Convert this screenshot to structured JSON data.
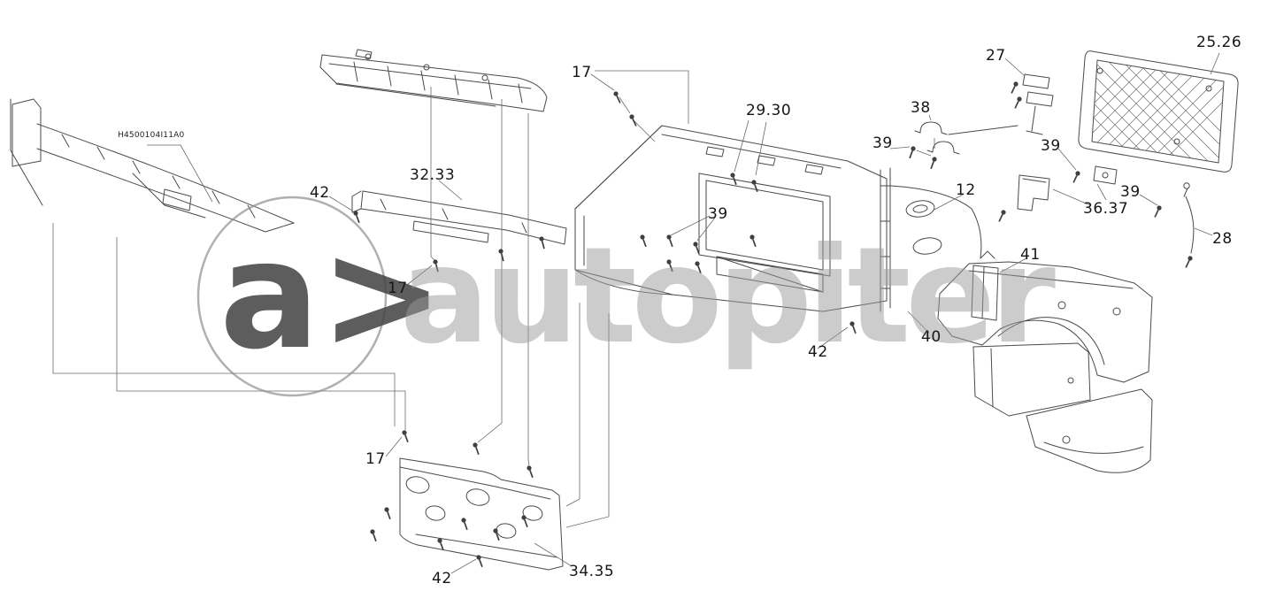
{
  "diagram": {
    "part_code": "H4500104I11A0",
    "watermark": {
      "logo": "a>",
      "brand": "autopiter",
      "color": "#9a9a9a",
      "logo_color": "#474747"
    },
    "line_color": "#4a4a4a",
    "callouts": [
      {
        "id": "bolt-17-top",
        "label": "17"
      },
      {
        "id": "grille-25-26",
        "label": "25.26"
      },
      {
        "id": "hinge-27",
        "label": "27"
      },
      {
        "id": "panel-29-30",
        "label": "29.30"
      },
      {
        "id": "clamp-38",
        "label": "38"
      },
      {
        "id": "bolt-39-a",
        "label": "39"
      },
      {
        "id": "bolt-39-b",
        "label": "39"
      },
      {
        "id": "strip-32-33",
        "label": "32.33"
      },
      {
        "id": "bolt-42-left",
        "label": "42"
      },
      {
        "id": "pillar-12",
        "label": "12"
      },
      {
        "id": "bolt-39-center",
        "label": "39"
      },
      {
        "id": "bolt-39-right",
        "label": "39"
      },
      {
        "id": "bracket-36-37",
        "label": "36.37"
      },
      {
        "id": "stay-28",
        "label": "28"
      },
      {
        "id": "bracket-41",
        "label": "41"
      },
      {
        "id": "bolt-17-middle",
        "label": "17"
      },
      {
        "id": "fender-40",
        "label": "40"
      },
      {
        "id": "bolt-42-center",
        "label": "42"
      },
      {
        "id": "bolt-17-bottom",
        "label": "17"
      },
      {
        "id": "bolt-42-bottom",
        "label": "42"
      },
      {
        "id": "panel-34-35",
        "label": "34.35"
      }
    ]
  }
}
